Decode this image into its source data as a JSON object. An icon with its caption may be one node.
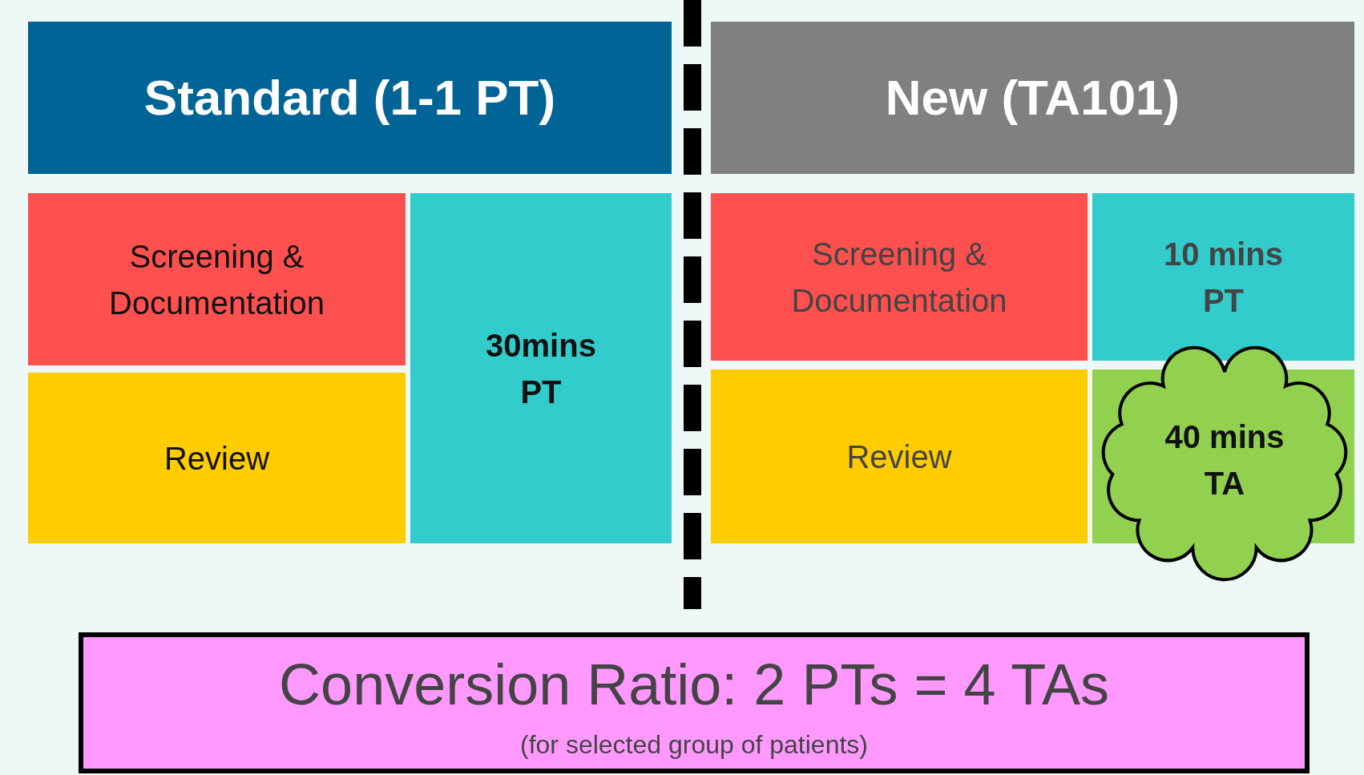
{
  "diagram": {
    "nodes": [
      {
        "text": [
          "Standard (1-1 PT)"
        ]
      },
      {
        "text": [
          "Screening & Documentation"
        ]
      },
      {
        "text": [
          "30mins PT"
        ]
      },
      {
        "text": [
          "Review"
        ]
      },
      {
        "text": [
          "New (TA101)"
        ]
      },
      {
        "text": [
          "Screening & Documentation"
        ]
      },
      {
        "text": [
          "10 mins PT"
        ]
      },
      {
        "text": [
          "Review"
        ]
      },
      {
        "text": [
          "40 mins TA"
        ]
      },
      {
        "text": [
          "Conversion Ratio: 2 PTs = 4 TAs",
          "(for selected group of patients)"
        ]
      },
      {
        "text": [],
        "shape": "line"
      }
    ]
  }
}
